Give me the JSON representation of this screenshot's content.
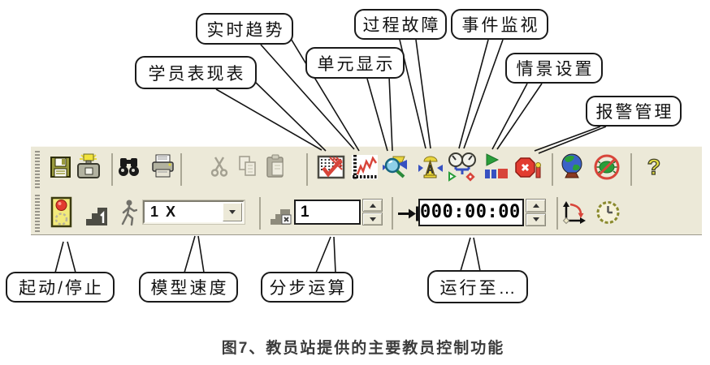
{
  "window": {
    "caption": "图7、教员站提供的主要教员控制功能"
  },
  "toolbar": {
    "speed_combo_value": "1 X",
    "step_value": "1",
    "time_value": "000:00:00"
  },
  "callouts": {
    "student_table": "学员表现表",
    "trend": "实时趋势",
    "unit_display": "单元显示",
    "process_fault": "过程故障",
    "event_monitor": "事件监视",
    "scenario": "情景设置",
    "alarm": "报警管理",
    "start_stop": "起动/停止",
    "model_speed": "模型速度",
    "step_calc": "分步运算",
    "run_to": "运行至…"
  },
  "icons": {
    "help_glyph": "?",
    "row1": [
      "grip-handle",
      "save-floppy",
      "snapshot-camera",
      "find-binoculars",
      "print-printer",
      "cut-scissors",
      "copy-pages",
      "paste-clipboard",
      "student-performance-grid-check",
      "realtime-trend-chart",
      "unit-display-magnifier",
      "process-fault-cone",
      "event-monitor-gauges",
      "scenario-play-bars",
      "alarm-stop-sign",
      "globe",
      "globe-disabled",
      "help-question"
    ],
    "row2": [
      "grip-handle",
      "run-toggle",
      "step-stairs-1",
      "walking-man",
      "model-speed-combobox",
      "step-stairs-x",
      "step-count-input",
      "run-to-arrow",
      "run-to-time-input",
      "axis-rotate",
      "clock"
    ]
  },
  "colors": {
    "toolbar_bg": "#ece9d8",
    "separator": "#aaa795",
    "icon_red": "#d8453a",
    "icon_olive": "#9a9a3e",
    "icon_yellow": "#f0dc3c",
    "icon_blue": "#3751c1",
    "icon_green": "#2a9e3a",
    "callout_border": "#1a1a1a"
  }
}
